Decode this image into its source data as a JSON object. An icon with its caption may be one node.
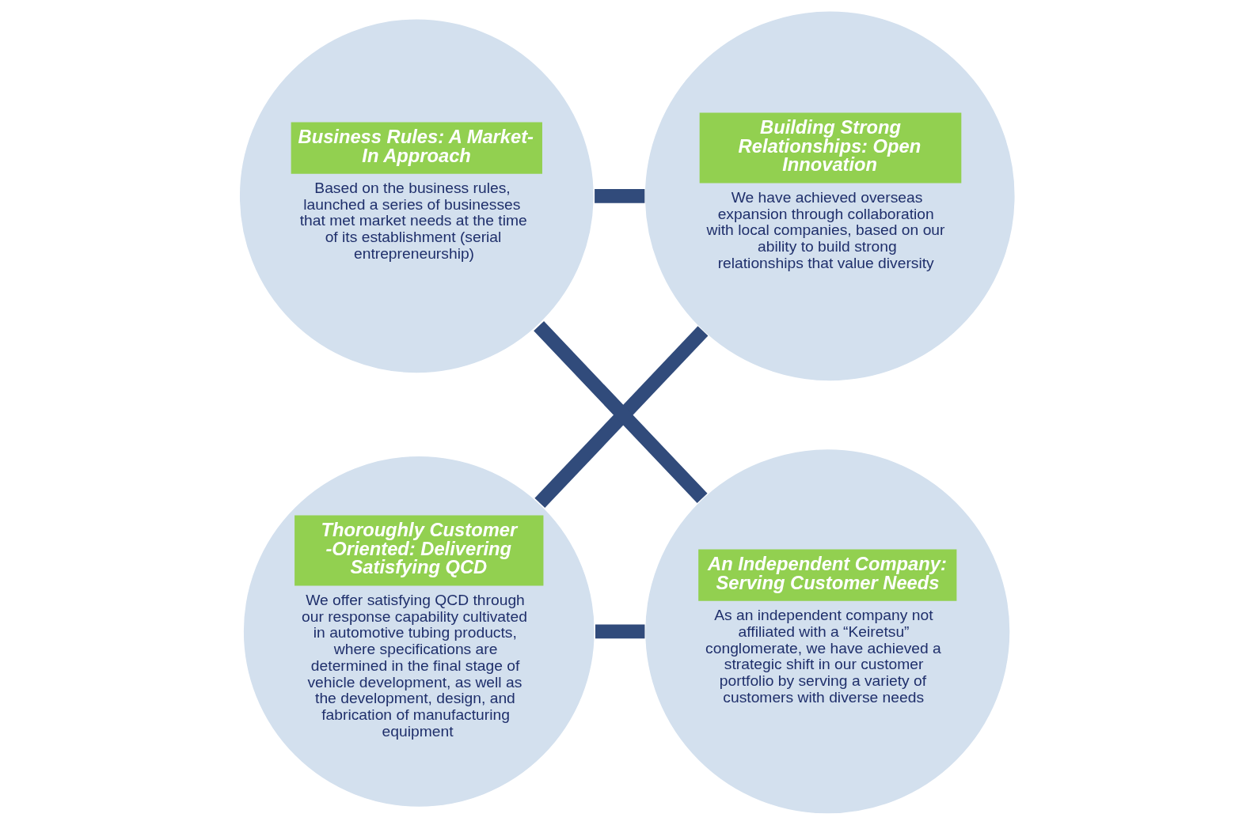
{
  "diagram": {
    "nodes": [
      {
        "text": [
          "Business Rules: A Market-In Approach",
          "Based on the business rules, launched a series of businesses that met market needs at the time of its establishment (serial entrepreneurship)"
        ]
      },
      {
        "text": [
          "Building Strong Relationships: Open Innovation",
          "We have achieved overseas expansion through collaboration with local companies, based on our ability to build strong relationships that value diversity"
        ]
      },
      {
        "text": [
          "An Independent Company: Serving Customer Needs",
          "As an independent company not affiliated with a “Keiretsu” conglomerate, we have achieved a strategic shift in our customer portfolio by serving a variety of customers with diverse needs"
        ]
      },
      {
        "text": [
          "Thoroughly Customer -Oriented: Delivering Satisfying QCD",
          "We offer satisfying QCD through our response capability cultivated in automotive tubing products, where specifications are determined in the final stage of vehicle development, as well as the development, design, and fabrication of manufacturing equipment"
        ]
      }
    ],
    "edges": [
      {
        "from": 0,
        "to": 1,
        "arrow": "none"
      },
      {
        "from": 1,
        "to": 3,
        "arrow": "none"
      },
      {
        "from": 3,
        "to": 2,
        "arrow": "none"
      },
      {
        "from": 2,
        "to": 0,
        "arrow": "none"
      }
    ]
  }
}
